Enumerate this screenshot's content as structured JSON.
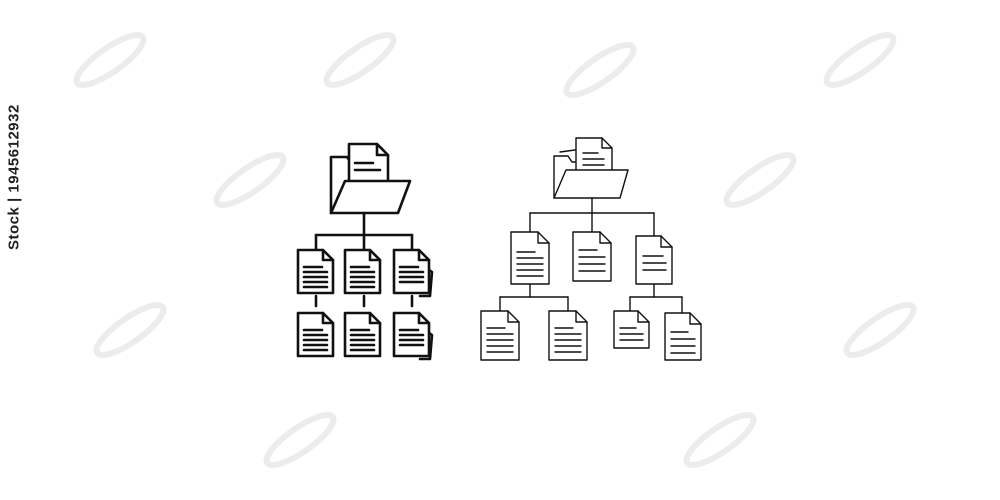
{
  "watermark": {
    "side_text": "1945612932",
    "side_prefix": "Stock | ",
    "marks": "Adobe Stock watermark"
  },
  "colors": {
    "background": "#ffffff",
    "ink": "#111111",
    "watermark": "#e9e9e9"
  },
  "icons": [
    {
      "name": "bold-folder-hierarchy-icon",
      "style": "filled-outline"
    },
    {
      "name": "thin-folder-hierarchy-icon",
      "style": "thin-outline"
    }
  ]
}
